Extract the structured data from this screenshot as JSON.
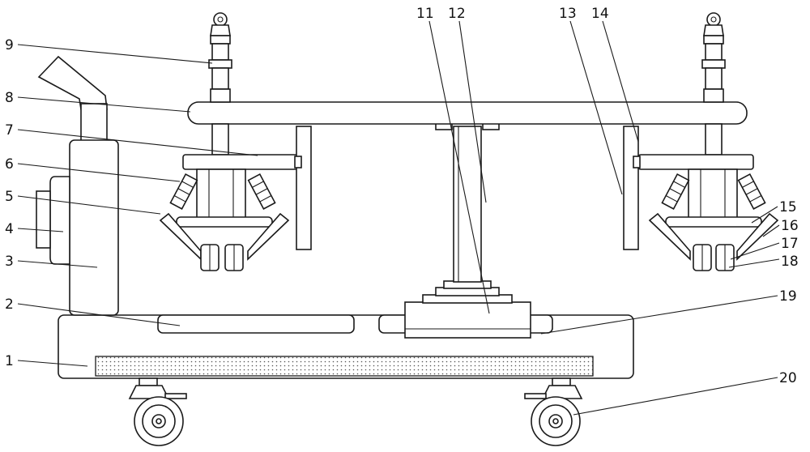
{
  "callouts": [
    {
      "id": "1",
      "text": "1"
    },
    {
      "id": "2",
      "text": "2"
    },
    {
      "id": "3",
      "text": "3"
    },
    {
      "id": "4",
      "text": "4"
    },
    {
      "id": "5",
      "text": "5"
    },
    {
      "id": "6",
      "text": "6"
    },
    {
      "id": "7",
      "text": "7"
    },
    {
      "id": "8",
      "text": "8"
    },
    {
      "id": "9",
      "text": "9"
    },
    {
      "id": "11",
      "text": "11"
    },
    {
      "id": "12",
      "text": "12"
    },
    {
      "id": "13",
      "text": "13"
    },
    {
      "id": "14",
      "text": "14"
    },
    {
      "id": "15",
      "text": "15"
    },
    {
      "id": "16",
      "text": "16"
    },
    {
      "id": "17",
      "text": "17"
    },
    {
      "id": "18",
      "text": "18"
    },
    {
      "id": "19",
      "text": "19"
    },
    {
      "id": "20",
      "text": "20"
    }
  ],
  "colors": {
    "line": "#1a1a1a",
    "background": "#ffffff",
    "dots": "#555555"
  }
}
